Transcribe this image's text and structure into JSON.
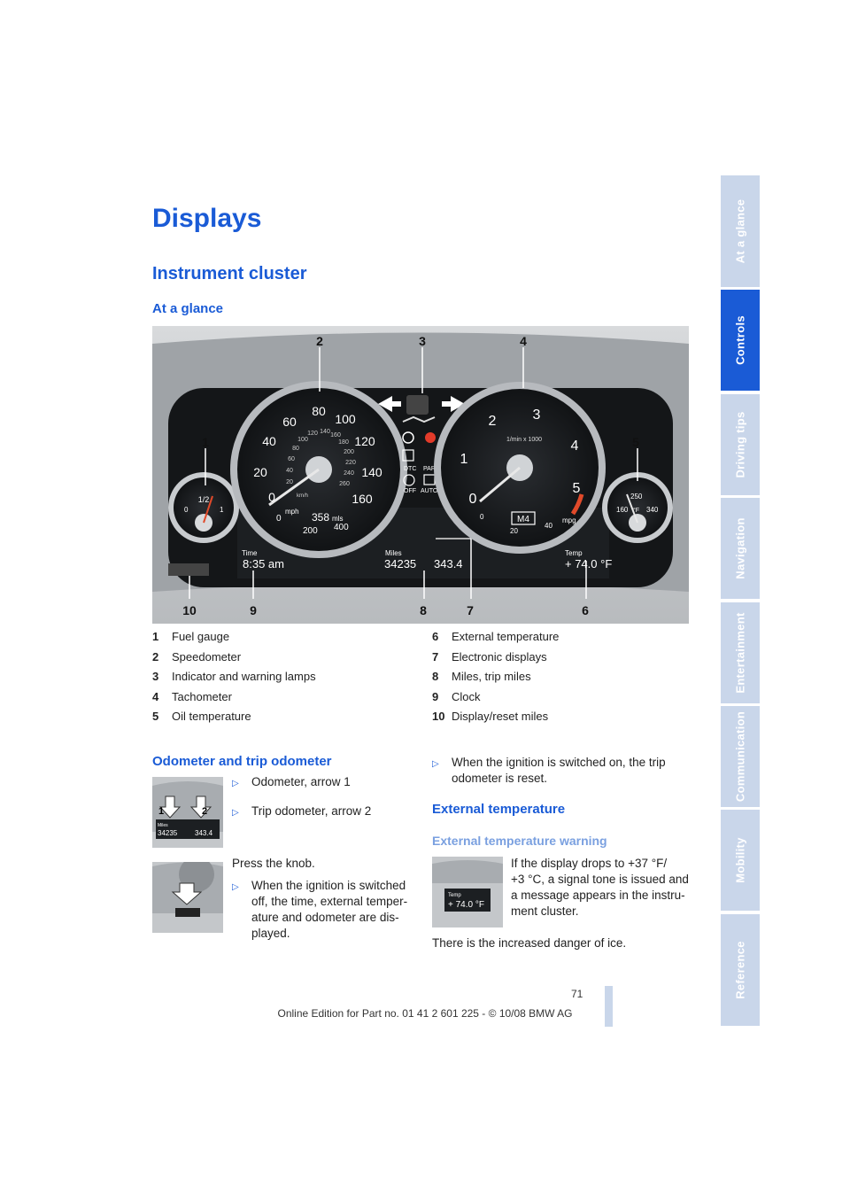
{
  "side_tabs": [
    {
      "label": "At a glance",
      "active": false
    },
    {
      "label": "Controls",
      "active": true
    },
    {
      "label": "Driving tips",
      "active": false
    },
    {
      "label": "Navigation",
      "active": false
    },
    {
      "label": "Entertainment",
      "active": false
    },
    {
      "label": "Communication",
      "active": false
    },
    {
      "label": "Mobility",
      "active": false
    },
    {
      "label": "Reference",
      "active": false
    }
  ],
  "page": {
    "title": "Displays",
    "section": "Instrument cluster",
    "subsection": "At a glance"
  },
  "cluster": {
    "callouts": [
      "1",
      "2",
      "3",
      "4",
      "5",
      "6",
      "7",
      "8",
      "9",
      "10"
    ],
    "speedo_mph": [
      "0",
      "20",
      "40",
      "60",
      "80",
      "100",
      "120",
      "140",
      "160"
    ],
    "speedo_kmh": [
      "20",
      "40",
      "60",
      "80",
      "100",
      "120",
      "140",
      "160",
      "180",
      "200",
      "220",
      "240",
      "260"
    ],
    "speedo_unit_mph": "mph",
    "speedo_unit_kmh": "km/h",
    "tacho": [
      "0",
      "1",
      "2",
      "3",
      "4",
      "5"
    ],
    "tacho_unit": "1/min x 1000",
    "fuel_label": "1/2",
    "fuel_0": "0",
    "fuel_1": "1",
    "range_scale": [
      "0",
      "200",
      "400"
    ],
    "range_value": "358",
    "range_unit": "mls",
    "mpg_scale": [
      "0",
      "20",
      "40"
    ],
    "mpg_unit": "mpg",
    "gear": "M4",
    "oil_scale": [
      "250",
      "160",
      "340"
    ],
    "oil_unit": "°F",
    "time_label": "Time",
    "time_value": "8:35 am",
    "miles_label": "Miles",
    "odometer": "34235",
    "trip": "343.4",
    "temp_label": "Temp",
    "temp_value": "+ 74.0 °F",
    "lamps": [
      "DTC",
      "PARK",
      "OFF",
      "AUTO H"
    ]
  },
  "legend_left": [
    {
      "num": "1",
      "label": "Fuel gauge"
    },
    {
      "num": "2",
      "label": "Speedometer"
    },
    {
      "num": "3",
      "label": "Indicator and warning lamps"
    },
    {
      "num": "4",
      "label": "Tachometer"
    },
    {
      "num": "5",
      "label": "Oil temperature"
    }
  ],
  "legend_right": [
    {
      "num": "6",
      "label": "External temperature"
    },
    {
      "num": "7",
      "label": "Electronic displays"
    },
    {
      "num": "8",
      "label": "Miles, trip miles"
    },
    {
      "num": "9",
      "label": "Clock"
    },
    {
      "num": "10",
      "label": "Display/reset miles"
    }
  ],
  "odometer_section": {
    "heading": "Odometer and trip odometer",
    "bullet1": "Odometer, arrow 1",
    "bullet2": "Trip odometer, arrow 2",
    "press": "Press the knob.",
    "bullet3_l1": "When the ignition is switched",
    "bullet3_l2": "off, the time, external temper-",
    "bullet3_l3": "ature and odometer are dis-",
    "bullet3_l4": "played.",
    "thumb1_arrows": [
      "1",
      "2"
    ],
    "thumb1_label": "Miles",
    "thumb1_odo": "34235",
    "thumb1_trip": "343.4"
  },
  "right_col": {
    "bullet_l1": "When the ignition is switched on, the trip",
    "bullet_l2": "odometer is reset.",
    "ext_heading": "External temperature",
    "warn_heading": "External temperature warning",
    "warn_l1": "If the display drops to +37 °F/",
    "warn_l2": "+3 °C, a signal tone is issued and",
    "warn_l3": "a message appears in the instru-",
    "warn_l4": "ment cluster.",
    "ice": "There is the increased danger of ice.",
    "thumb_label": "Temp",
    "thumb_value": "+ 74.0 °F"
  },
  "footer": {
    "page_number": "71",
    "text": "Online Edition for Part no. 01 41 2 601 225 - © 10/08 BMW AG"
  }
}
